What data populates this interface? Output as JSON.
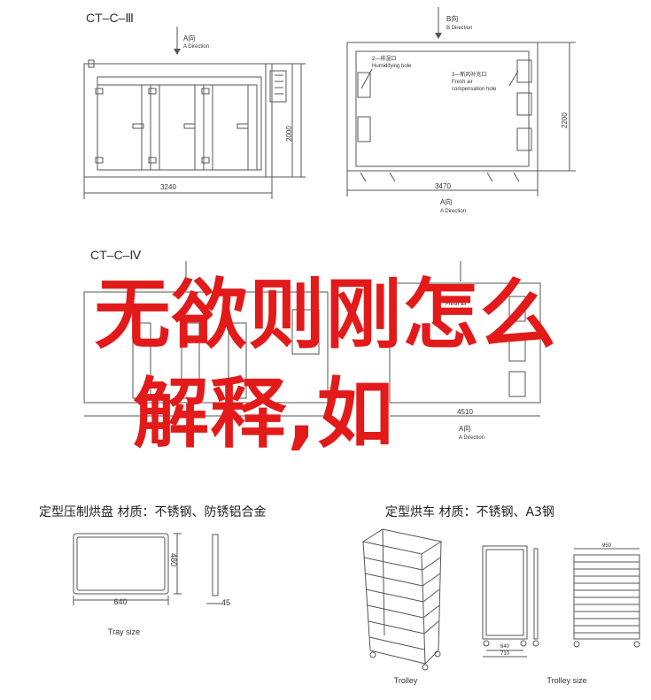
{
  "diagram_top_left": {
    "title": "CT–C–Ⅲ",
    "a_direction": "A向",
    "a_direction_en": "A Direction",
    "width_dim": "3240",
    "height_dim": "2000"
  },
  "diagram_top_right": {
    "b_direction": "B向",
    "b_direction_en": "B Direction",
    "hole2_cn": "2—排湿口",
    "hole2_en": "Humidifying hole",
    "hole3_cn": "3—新风补充口",
    "hole3_en1": "Fresh air",
    "hole3_en2": "compensation hole",
    "width_dim": "3470",
    "height_dim": "2200",
    "a_direction": "A向",
    "a_direction_en": "A Direction"
  },
  "diagram_mid_left": {
    "title": "CT–C–Ⅳ"
  },
  "diagram_mid_right": {
    "partial_en1": "Fresh air",
    "partial_en2": "compe",
    "width_dim": "4510",
    "a_direction": "A向",
    "a_direction_en": "A Direction"
  },
  "overlay": {
    "line1": "无欲则刚怎么",
    "line2": "解释,如",
    "color": "#e31a1a"
  },
  "tray": {
    "heading": "定型压制烘盘  材质：不锈钢、防锈铝合金",
    "width_dim": "640",
    "height_dim": "460",
    "depth_dim": "45",
    "caption": "Tray size"
  },
  "trolley": {
    "heading": "定型烘车  材质：不锈钢、A3钢",
    "caption": "Trolley",
    "dim_inner": "640",
    "dim_outer": "710",
    "dim_top": "950",
    "size_caption": "Trolley size"
  }
}
